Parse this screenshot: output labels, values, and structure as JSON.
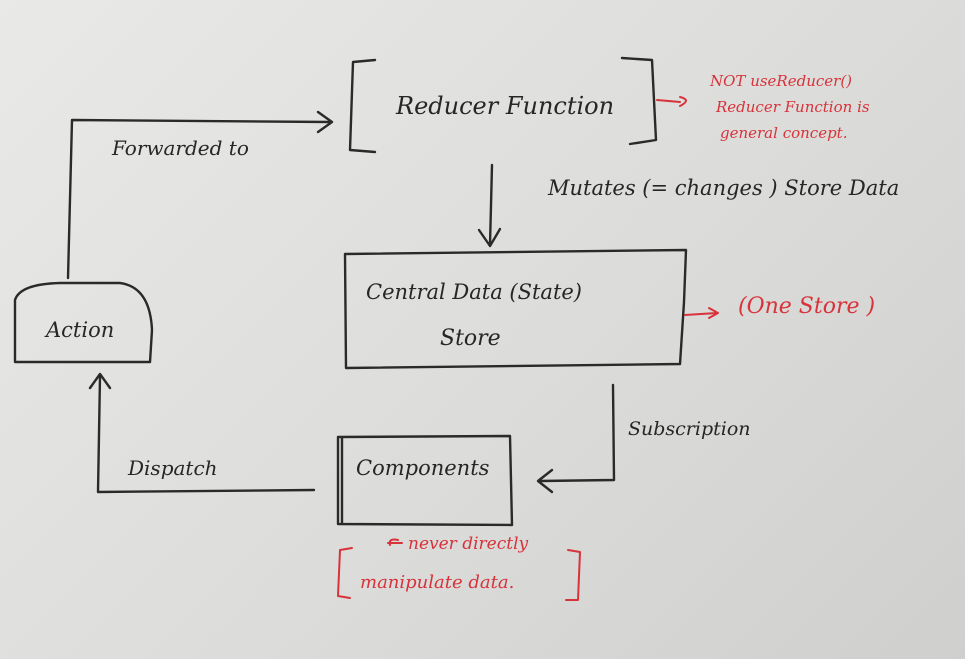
{
  "nodes": {
    "reducer": "Reducer Function",
    "store_line1": "Central Data (State)",
    "store_line2": "Store",
    "action": "Action",
    "components": "Components"
  },
  "edges": {
    "forwarded": "Forwarded to",
    "mutates": "Mutates (= changes ) Store Data",
    "subscription": "Subscription",
    "dispatch": "Dispatch"
  },
  "notes": {
    "reducer_note_1": "NOT useReducer()",
    "reducer_note_2": "Reducer Function is",
    "reducer_note_3": "general concept.",
    "store_note": "(One Store )",
    "components_note_1": "never directly",
    "components_note_2": "manipulate data."
  },
  "colors": {
    "ink": "#2a2a2a",
    "annotation": "#d8323a",
    "paper": "#e3e3e1"
  }
}
